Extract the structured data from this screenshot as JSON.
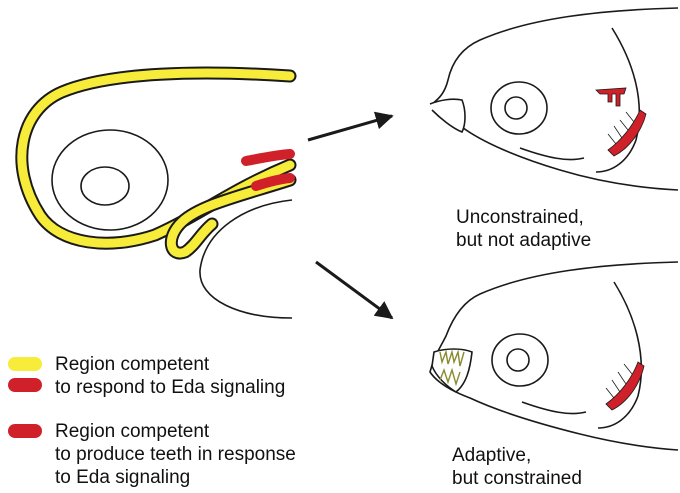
{
  "colors": {
    "competent_region": "#f7ec3a",
    "competent_outline": "#1a1a1a",
    "tooth_region": "#d0202a",
    "line": "#1a1a1a",
    "background": "#ffffff"
  },
  "legend": {
    "item1": {
      "swatches": [
        "yellow-swatch",
        "red-swatch"
      ],
      "line1": "Region competent",
      "line2": "to respond to Eda signaling"
    },
    "item2": {
      "swatch": "red-swatch",
      "line1": "Region competent",
      "line2": "to produce teeth in response",
      "line3": "to Eda signaling"
    }
  },
  "outcomes": {
    "top": {
      "line1": "Unconstrained,",
      "line2": "but not adaptive"
    },
    "bottom": {
      "line1": "Adaptive,",
      "line2": "but constrained"
    }
  }
}
